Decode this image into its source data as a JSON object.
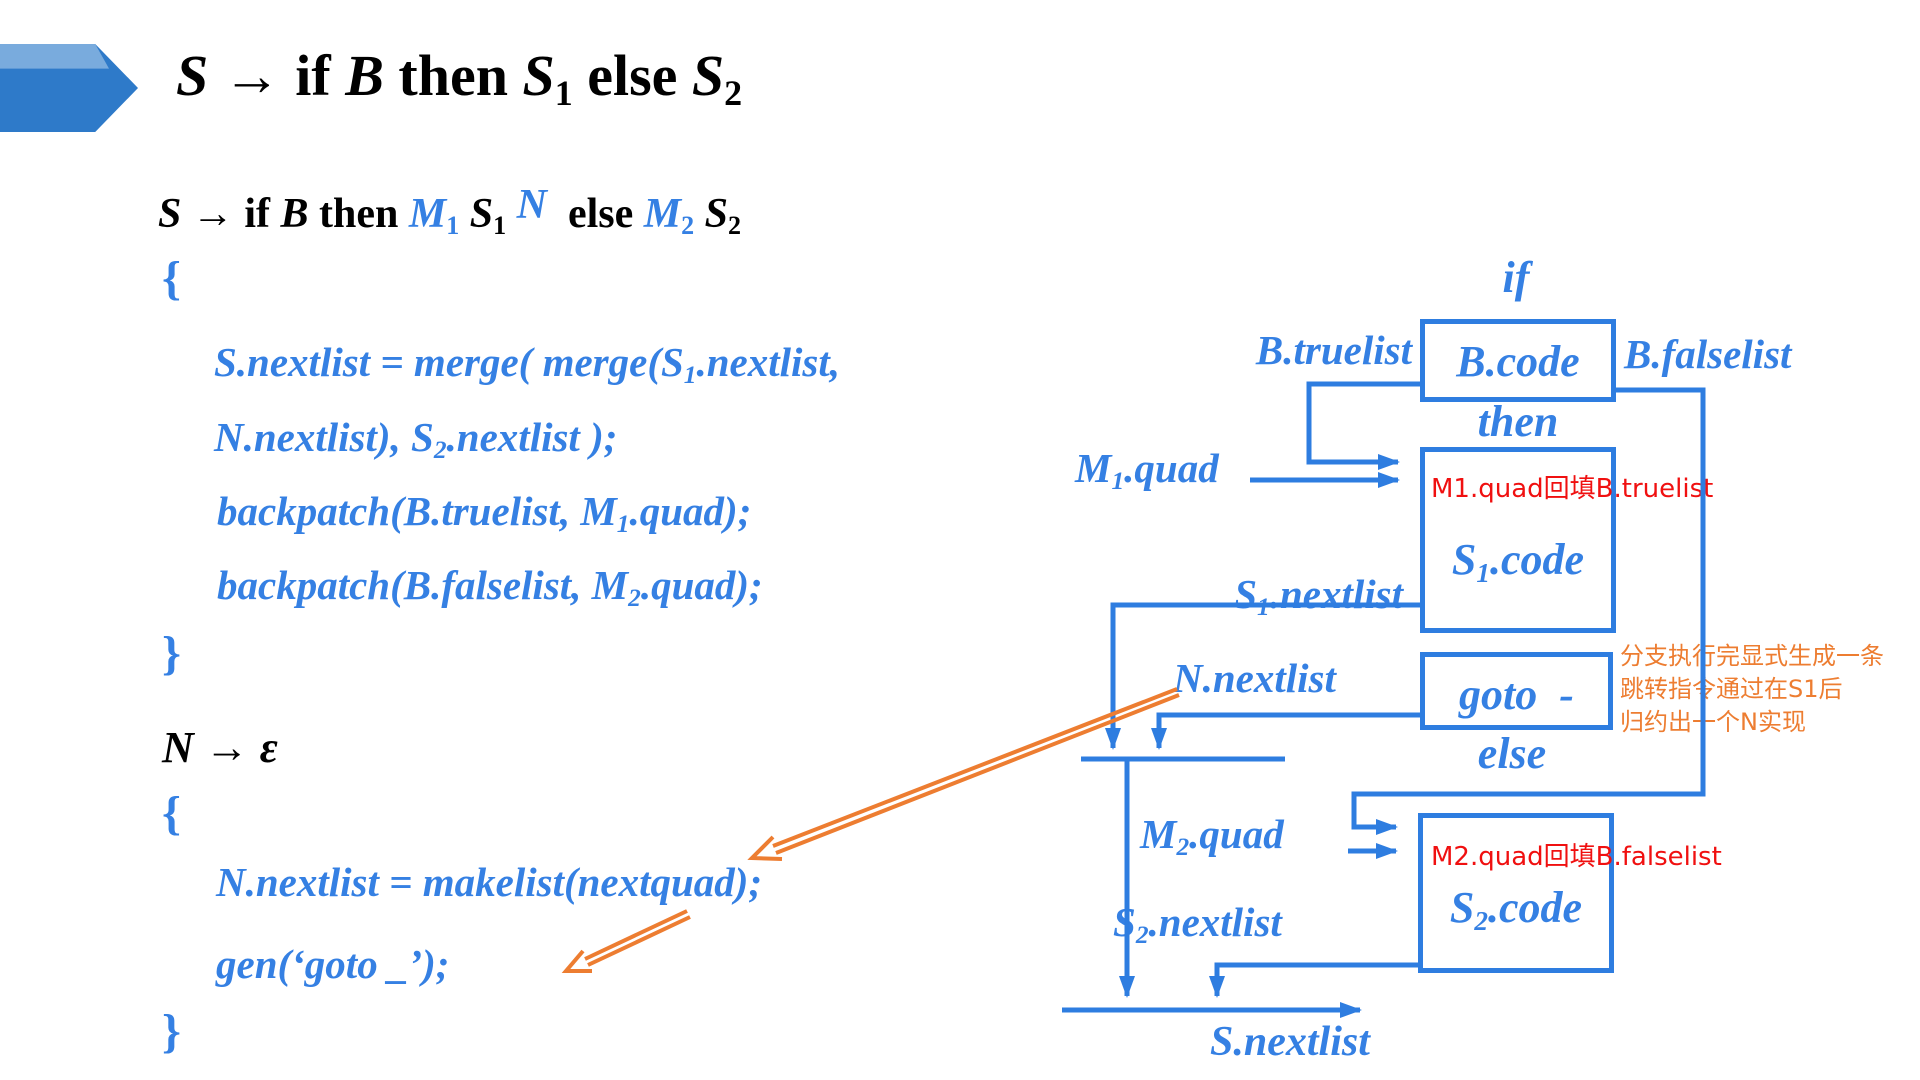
{
  "colors": {
    "blue": "#3580e3",
    "lineblue": "#2e7de0",
    "red": "#f01010",
    "orange": "#ed7d31",
    "ink": "#000000"
  },
  "slide": {
    "title": "*S* → if *B* then *S*~1~ else *S*~2~",
    "grammar_tokens": [
      {
        "t": "*S* → if *B* then "
      },
      {
        "t": "*M*~1~ ",
        "c": "blue"
      },
      {
        "t": "*S*~1~ "
      },
      {
        "t": "^*N*^",
        "c": "blue"
      },
      {
        "t": "  else "
      },
      {
        "t": "*M*~2~ ",
        "c": "blue"
      },
      {
        "t": "*S*~2~"
      }
    ],
    "action1": {
      "open": "{",
      "l1": "S.nextlist = merge( merge(S~1~.nextlist,",
      "l2": "N.nextlist), S~2~.nextlist );",
      "l3": "backpatch(B.truelist, M~1~.quad);",
      "l4": "backpatch(B.falselist, M~2~.quad);",
      "close": "}"
    },
    "n_production": "*N* → *ε*",
    "action2": {
      "open": "{",
      "l1": "N.nextlist = makelist(nextquad);",
      "l2": "gen(‘goto _’);",
      "close": "}"
    }
  },
  "diagram": {
    "label_if": "if",
    "label_then": "then",
    "label_else": "else",
    "b_truelist": "B.truelist",
    "b_falselist": "B.falselist",
    "m1_quad": "M~1~.quad",
    "s1_nextlist": "S~1~.nextlist",
    "n_nextlist": "N.nextlist",
    "m2_quad": "M~2~.quad",
    "s2_nextlist": "S~2~.nextlist",
    "s_nextlist": "S.nextlist",
    "box_b_code": "B.code",
    "box_s1_code": "S~1~.code",
    "box_goto": "goto  -",
    "box_s2_code": "S~2~.code",
    "red_note_m1": "M1.quad回填B.truelist",
    "red_note_m2": "M2.quad回填B.falselist",
    "orange_note_line1": "分支执行完显式生成一条",
    "orange_note_line2": "跳转指令通过在S1后",
    "orange_note_line3": "归约出一个N实现"
  }
}
